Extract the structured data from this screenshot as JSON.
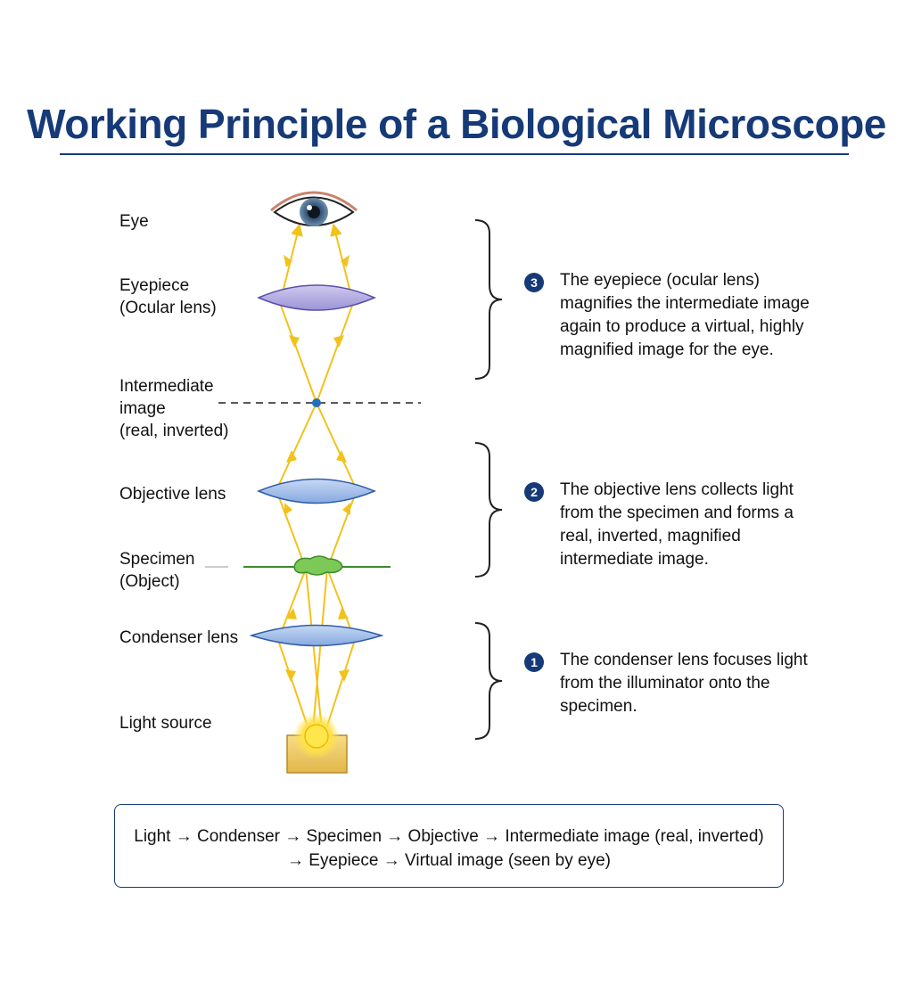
{
  "title": "Working Principle of a Biological Microscope",
  "labels": {
    "eye": "Eye",
    "eyepiece_1": "Eyepiece",
    "eyepiece_2": "(Ocular lens)",
    "intermediate_1": "Intermediate",
    "intermediate_2": "image",
    "intermediate_3": "(real, inverted)",
    "objective": "Objective lens",
    "specimen_1": "Specimen",
    "specimen_2": "(Object)",
    "condenser": "Condenser lens",
    "light_source": "Light source"
  },
  "steps": [
    {
      "number": "3",
      "text": "The eyepiece (ocular lens) magnifies the intermediate image again to produce a virtual, highly magnified image for the eye."
    },
    {
      "number": "2",
      "text": "The objective lens collects light from the specimen and forms a real, inverted, magnified intermediate image."
    },
    {
      "number": "1",
      "text": "The condenser lens focuses light from the illuminator onto the specimen."
    }
  ],
  "summary": {
    "line1": "Light → Condenser → Specimen → Objective → Intermediate image (real, inverted)",
    "line2": "→ Eyepiece → Virtual image (seen by eye)"
  },
  "colors": {
    "title": "#163a78",
    "ray": "#f2c21b",
    "eyepiece_lens": "#a9a2dc",
    "objective_lens": "#9dbbe8",
    "condenser_lens": "#9dbbe8",
    "specimen": "#6fbf4a",
    "light_box": "#e8c15a",
    "number_badge": "#163a78"
  }
}
